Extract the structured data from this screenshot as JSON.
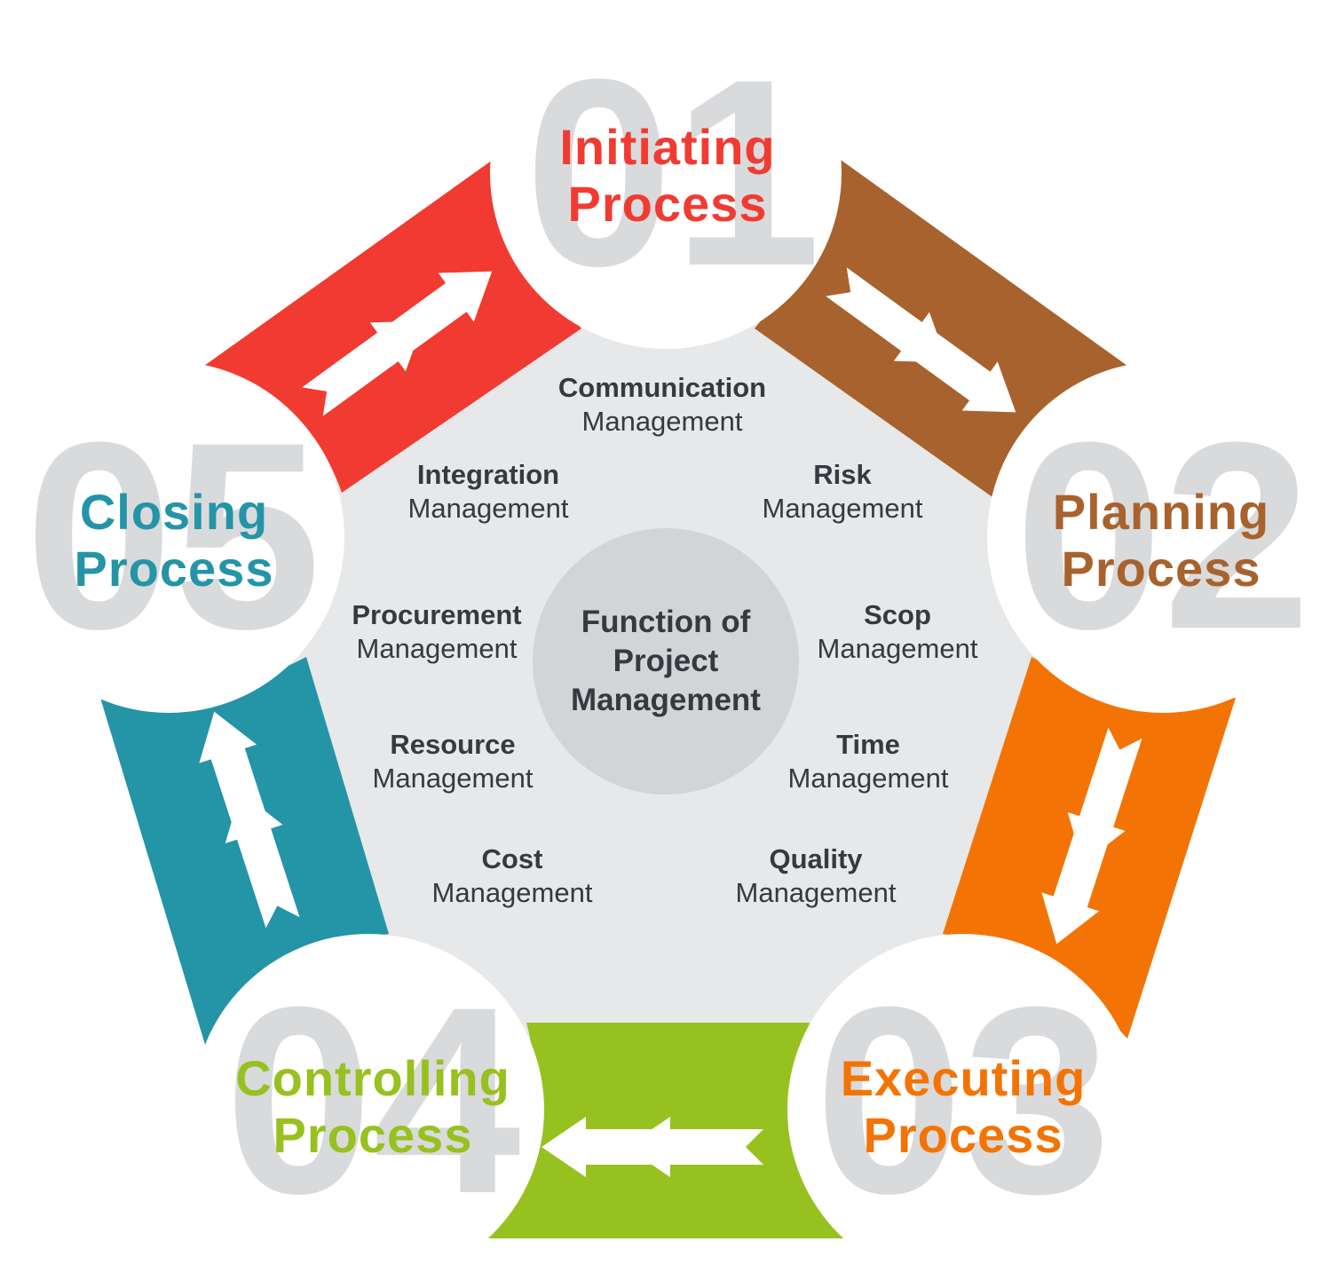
{
  "center": {
    "lines": [
      "Function of",
      "Project",
      "Management"
    ]
  },
  "stages": [
    {
      "number": "01",
      "line1": "Initiating",
      "line2": "Process",
      "color": "#f13b32"
    },
    {
      "number": "02",
      "line1": "Planning",
      "line2": "Process",
      "color": "#a8622d"
    },
    {
      "number": "03",
      "line1": "Executing",
      "line2": "Process",
      "color": "#f37405"
    },
    {
      "number": "04",
      "line1": "Controlling",
      "line2": "Process",
      "color": "#97c11f"
    },
    {
      "number": "05",
      "line1": "Closing",
      "line2": "Process",
      "color": "#2494a7"
    }
  ],
  "functions": [
    {
      "bold": "Communication",
      "regular": "Management"
    },
    {
      "bold": "Risk",
      "regular": "Management"
    },
    {
      "bold": "Scop",
      "regular": "Management"
    },
    {
      "bold": "Time",
      "regular": "Management"
    },
    {
      "bold": "Quality",
      "regular": "Management"
    },
    {
      "bold": "Cost",
      "regular": "Management"
    },
    {
      "bold": "Resource",
      "regular": "Management"
    },
    {
      "bold": "Procurement",
      "regular": "Management"
    },
    {
      "bold": "Integration",
      "regular": "Management"
    }
  ],
  "colors": {
    "pentagon_fill": "#e7e8e9",
    "center_circle": "#d3d4d6",
    "big_number": "#d9dadc",
    "text_dark": "#333a40"
  }
}
